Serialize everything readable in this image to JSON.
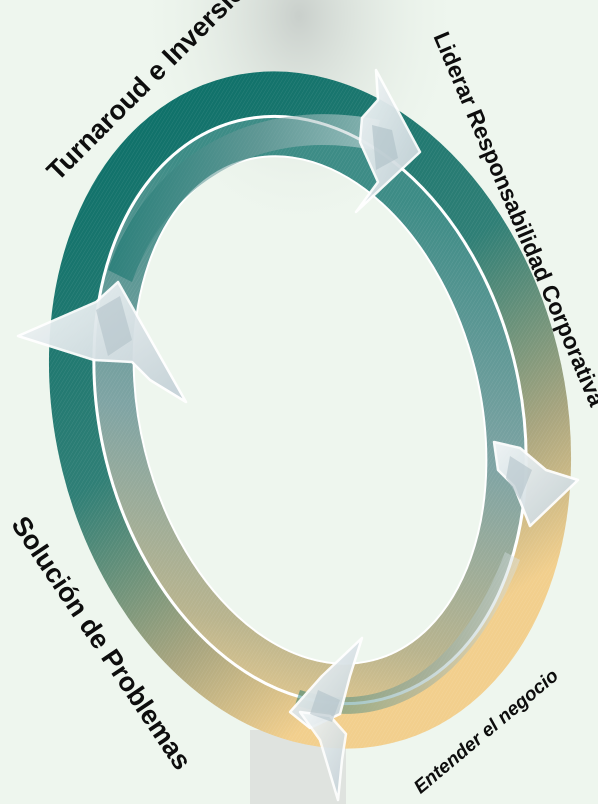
{
  "diagram": {
    "type": "cycle",
    "stages": [
      {
        "id": "turnaround",
        "label": "Turnaroud e Inversión"
      },
      {
        "id": "liderar",
        "label": "Liderar Responsabilidad Corporativa"
      },
      {
        "id": "entender",
        "label": "Entender el negocio"
      },
      {
        "id": "solucion",
        "label": "Solución de Problemas"
      }
    ],
    "colors": {
      "background": "#eef6ee",
      "ring_teal": "#0a6f68",
      "ring_sand": "#f2cf8d",
      "arrow_silver": "#d8e2e6",
      "label_text": "#0d0d0d"
    }
  }
}
